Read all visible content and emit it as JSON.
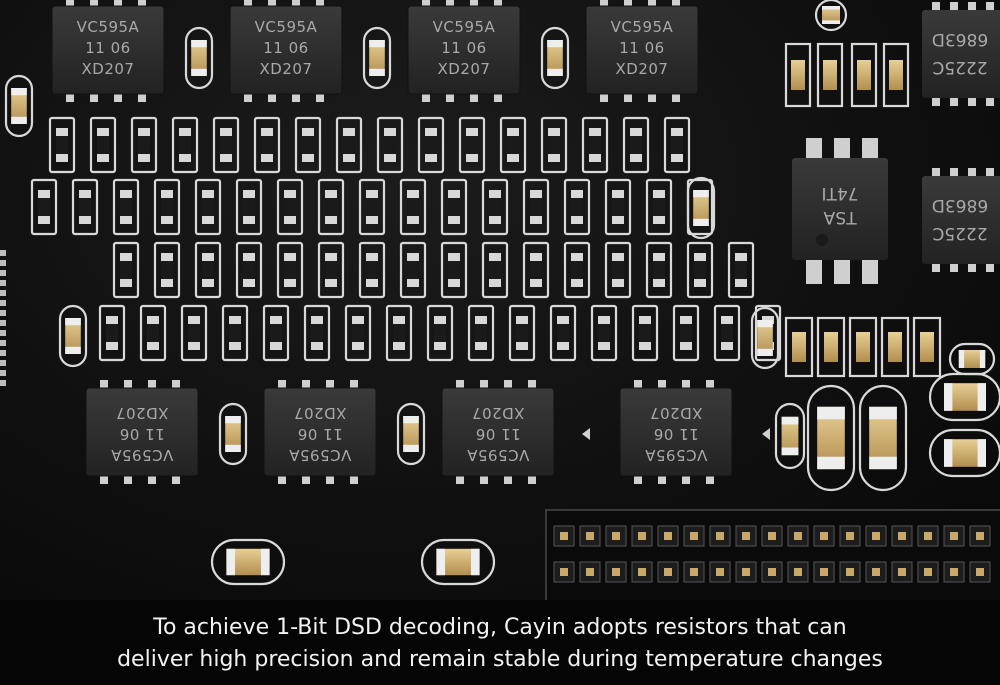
{
  "caption": {
    "line1": "To achieve 1-Bit DSD decoding, Cayin adopts resistors that can",
    "line2": "deliver high precision and remain stable during temperature changes"
  },
  "chips": {
    "line1": "VC595A",
    "line2": "11    06",
    "line3": "XD207"
  },
  "sot_chip": {
    "line1": "TSA",
    "line2": "74TI"
  },
  "edge_chip": {
    "line1": "2225C",
    "line2": "6863D"
  },
  "colors": {
    "board": "#111111",
    "silkscreen": "#d9d9d9",
    "chip_body": "#2c2c2c",
    "gold": "#c9a86a",
    "resistor": "#d8d8d8"
  }
}
